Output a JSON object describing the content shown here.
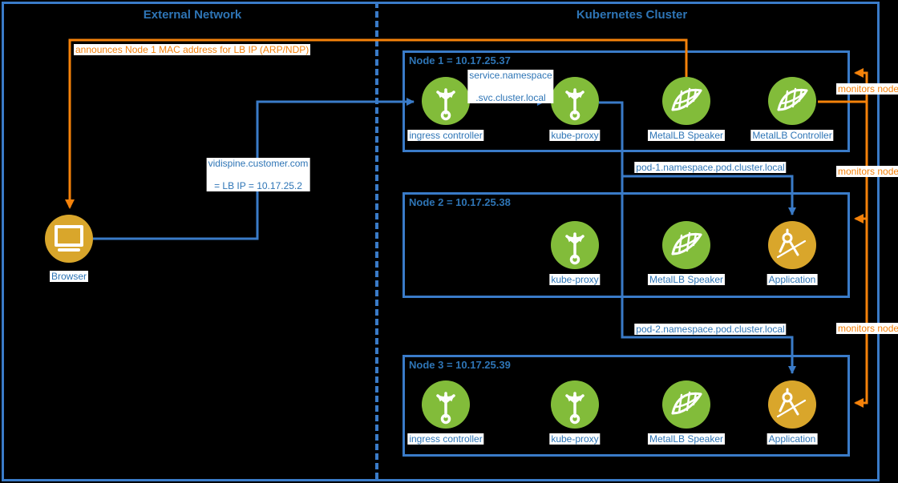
{
  "diagram": {
    "sections": {
      "external": {
        "title": "External Network"
      },
      "cluster": {
        "title": "Kubernetes Cluster"
      }
    },
    "external": {
      "browser_label": "Browser"
    },
    "nodes": [
      {
        "title": "Node 1 = 10.17.25.37",
        "components": [
          "ingress controller",
          "kube-proxy",
          "MetalLB Speaker",
          "MetalLB Controller"
        ]
      },
      {
        "title": "Node 2 = 10.17.25.38",
        "components": [
          "kube-proxy",
          "MetalLB Speaker",
          "Application"
        ]
      },
      {
        "title": "Node 3 = 10.17.25.39",
        "components": [
          "ingress controller",
          "kube-proxy",
          "MetalLB Speaker",
          "Application"
        ]
      }
    ],
    "labels": {
      "announce": "announces Node 1 MAC address for LB IP (ARP/NDP)",
      "service_dns": [
        "service.namespace",
        ".svc.cluster.local"
      ],
      "lb_dns": [
        "vidispine.customer.com",
        "= LB IP = 10.17.25.2"
      ],
      "pod1": "pod-1.namespace.pod.cluster.local",
      "pod2": "pod-2.namespace.pod.cluster.local",
      "monitors": "monitors node"
    },
    "icons": {
      "browser": "monitor-icon",
      "ingress_controller": "branch-arrows-icon",
      "kube_proxy": "branch-arrows-icon",
      "metallb": "net-icon",
      "application": "compass-icon"
    },
    "colors": {
      "background": "#000000",
      "line_blue": "#3A7BC8",
      "text_blue": "#2E75B6",
      "orange": "#F5820A",
      "icon_green": "#82BC3A",
      "icon_gold": "#D9A62B",
      "label_bg": "#FFFFFF"
    }
  }
}
